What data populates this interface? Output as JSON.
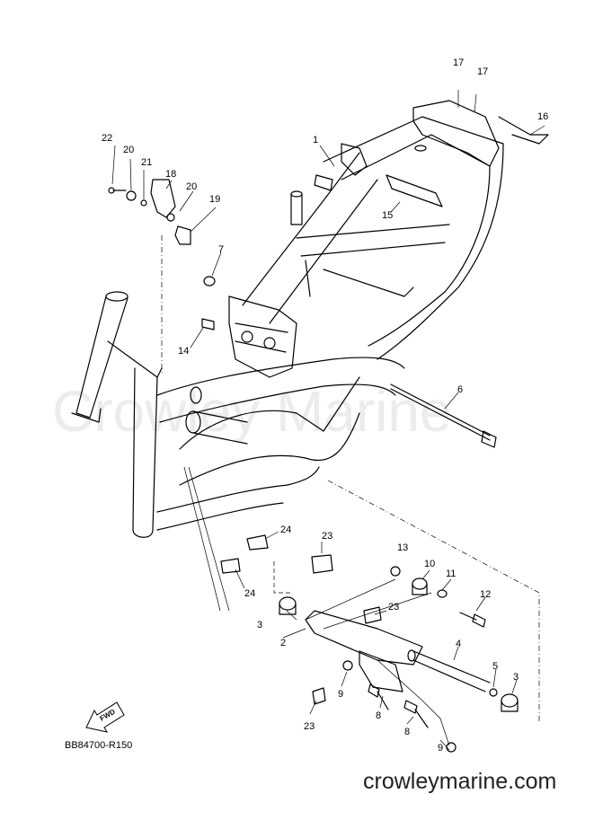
{
  "diagram": {
    "watermark": "Crowley Marine",
    "reference_code": "BB84700-R150",
    "website": "crowleymarine.com",
    "fwd_label": "FWD",
    "callouts": [
      {
        "label": "1"
      },
      {
        "label": "2"
      },
      {
        "label": "3"
      },
      {
        "label": "3"
      },
      {
        "label": "4"
      },
      {
        "label": "5"
      },
      {
        "label": "6"
      },
      {
        "label": "7"
      },
      {
        "label": "8"
      },
      {
        "label": "8"
      },
      {
        "label": "9"
      },
      {
        "label": "9"
      },
      {
        "label": "10"
      },
      {
        "label": "11"
      },
      {
        "label": "12"
      },
      {
        "label": "13"
      },
      {
        "label": "14"
      },
      {
        "label": "15"
      },
      {
        "label": "16"
      },
      {
        "label": "17"
      },
      {
        "label": "17"
      },
      {
        "label": "18"
      },
      {
        "label": "19"
      },
      {
        "label": "20"
      },
      {
        "label": "20"
      },
      {
        "label": "21"
      },
      {
        "label": "22"
      },
      {
        "label": "23"
      },
      {
        "label": "23"
      },
      {
        "label": "23"
      },
      {
        "label": "24"
      },
      {
        "label": "24"
      }
    ]
  }
}
